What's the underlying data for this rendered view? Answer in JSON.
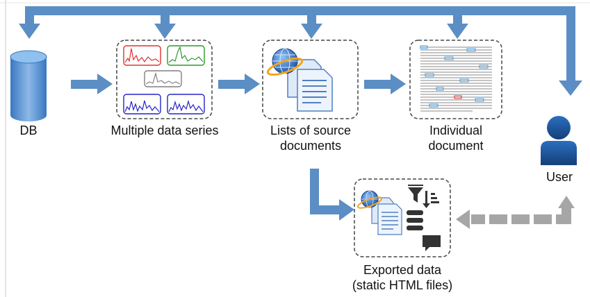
{
  "nodes": {
    "db": {
      "label": "DB"
    },
    "series": {
      "label": "Multiple data series"
    },
    "source_lists": {
      "label_line1": "Lists of source",
      "label_line2": "documents"
    },
    "individual": {
      "label_line1": "Individual",
      "label_line2": "document"
    },
    "user": {
      "label": "User"
    },
    "exported": {
      "label_line1": "Exported data",
      "label_line2": "(static HTML files)"
    }
  },
  "colors": {
    "arrow": "#5b8ec4",
    "arrow_dashed": "#a6a6a6",
    "db": "#4a86c8",
    "user": "#1f5fa8",
    "series_red": "#e03030",
    "series_green": "#2a9a2a",
    "series_gray": "#7f7f7f",
    "series_blue": "#2323c8",
    "icon_dark": "#333333"
  },
  "icons": [
    "database-icon",
    "globe-icon",
    "document-icon",
    "filter-icon",
    "sort-icon",
    "list-icon",
    "comment-icon",
    "user-icon"
  ]
}
